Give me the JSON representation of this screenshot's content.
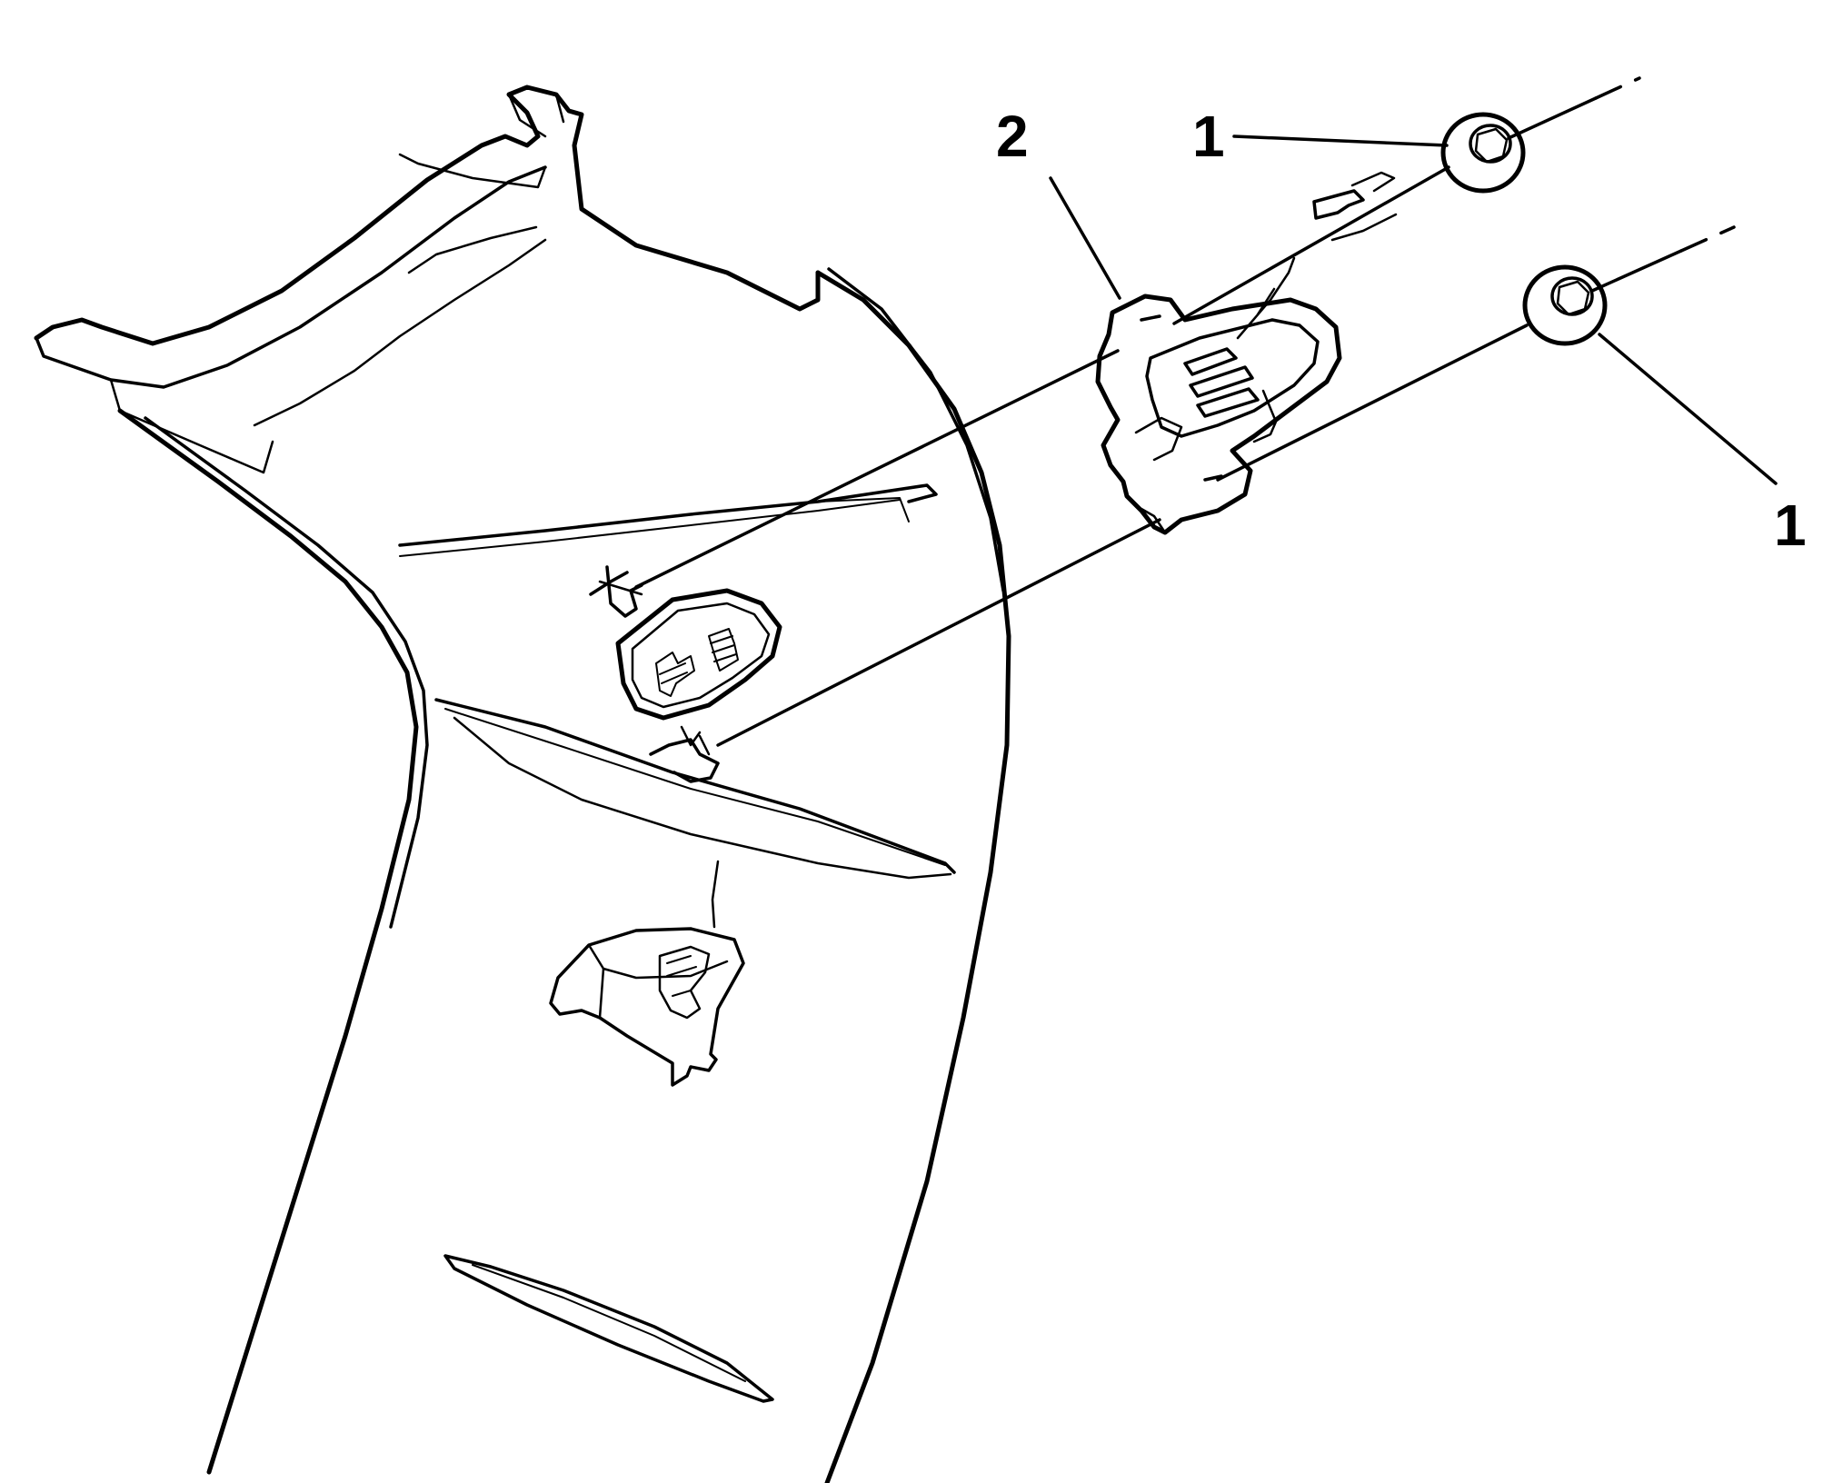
{
  "callouts": {
    "nut_upper": "1",
    "bracket": "2",
    "nut_lower": "1"
  },
  "colors": {
    "line": "#000000",
    "background": "#ffffff"
  }
}
